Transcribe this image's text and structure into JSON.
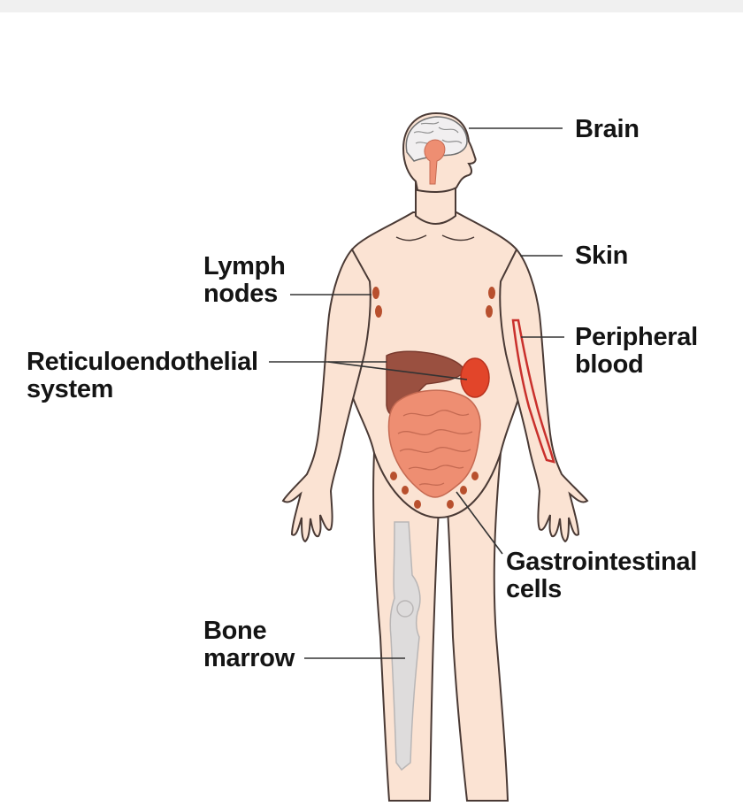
{
  "labels": {
    "brain": "Brain",
    "skin": "Skin",
    "lymph_nodes": [
      "Lymph",
      "nodes"
    ],
    "peripheral_blood": [
      "Peripheral",
      "blood"
    ],
    "reticuloendothelial_system": [
      "Reticuloendothelial",
      "system"
    ],
    "gastrointestinal_cells": [
      "Gastrointestinal",
      "cells"
    ],
    "bone_marrow": [
      "Bone",
      "marrow"
    ]
  },
  "colors": {
    "skin": "#fbe3d3",
    "outline": "#4a3a35",
    "organ": "#ee8e72",
    "liver": "#9a5040",
    "spleen": "#e2452a",
    "lymph_node": "#b8502e",
    "vessel": "#c9302c",
    "bone": "#dedcdc",
    "brain": "#f1eff0"
  }
}
